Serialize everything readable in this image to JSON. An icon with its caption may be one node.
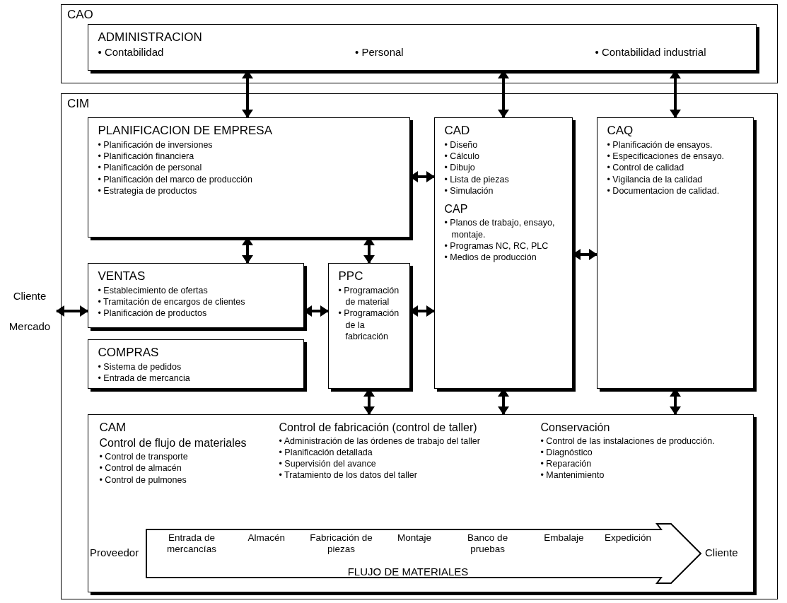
{
  "diagram": {
    "nodes": [
      {
        "text": [
          "CAO"
        ]
      },
      {
        "text": [
          "ADMINISTRACION",
          "• Contabilidad",
          "• Personal",
          "• Contabilidad industrial"
        ],
        "in": 0
      },
      {
        "text": [
          "CIM"
        ]
      },
      {
        "text": [
          "PLANIFICACION DE EMPRESA",
          "• Planificación de inversiones",
          "• Planificación financiera",
          "• Planificación de personal",
          "• Planificación del marco de producción",
          "• Estrategia de productos"
        ],
        "in": 2
      },
      {
        "text": [
          "CAD",
          "• Diseño",
          "• Cálculo",
          "• Dibujo",
          "• Lista de piezas",
          "• Simulación",
          "CAP",
          "• Planos de trabajo, ensayo, montaje.",
          "• Programas NC, RC, PLC",
          "• Medios de producción"
        ],
        "in": 2
      },
      {
        "text": [
          "CAQ",
          "• Planificación de ensayos.",
          "• Especificaciones de ensayo.",
          "• Control de calidad",
          "• Vigilancia de la calidad",
          "• Documentacion de calidad."
        ],
        "in": 2
      },
      {
        "text": [
          "VENTAS",
          "• Establecimiento de ofertas",
          "• Tramitación de encargos de clientes",
          "• Planificación de productos"
        ],
        "in": 2
      },
      {
        "text": [
          "COMPRAS",
          "• Sistema de pedidos",
          "• Entrada de mercancia"
        ],
        "in": 2
      },
      {
        "text": [
          "PPC",
          "• Programación de material",
          "• Programación de la fabricación"
        ],
        "in": 2
      },
      {
        "text": [
          "CAM",
          "Control de flujo de materiales",
          "• Control de transporte",
          "• Control de almacén",
          "• Control de pulmones",
          "Control de fabricación (control de taller)",
          "• Administración de las órdenes de trabajo del taller",
          "• Planificación detallada",
          "• Supervisión del avance",
          "• Tratamiento de los datos del taller",
          "Conservación",
          "• Control de las instalaciones de producción.",
          "• Diagnóstico",
          "• Reparación",
          "• Mantenimiento"
        ],
        "in": 2
      },
      {
        "text": [
          "Entrada de mercancías",
          "Almacén",
          "Fabricación de piezas",
          "Montaje",
          "Banco de pruebas",
          "Embalaje",
          "Expedición",
          "FLUJO DE MATERIALES"
        ],
        "in": 9,
        "beside": [
          "Proveedor",
          "Cliente"
        ]
      },
      {
        "text": [
          "Cliente",
          "Mercado"
        ]
      }
    ],
    "edges": [
      {
        "from": 1,
        "to": 3,
        "arrow": "both"
      },
      {
        "from": 1,
        "to": 4,
        "arrow": "both"
      },
      {
        "from": 1,
        "to": 5,
        "arrow": "both"
      },
      {
        "from": 3,
        "to": 4,
        "arrow": "both"
      },
      {
        "from": 3,
        "to": 6,
        "arrow": "both"
      },
      {
        "from": 3,
        "to": 8,
        "arrow": "both"
      },
      {
        "from": 11,
        "to": 6,
        "arrow": "both"
      },
      {
        "from": 6,
        "to": 8,
        "arrow": "both"
      },
      {
        "from": 8,
        "to": 4,
        "arrow": "both"
      },
      {
        "from": 4,
        "to": 5,
        "arrow": "both"
      },
      {
        "from": 8,
        "to": 9,
        "arrow": "both"
      },
      {
        "from": 4,
        "to": 9,
        "arrow": "both"
      },
      {
        "from": 5,
        "to": 9,
        "arrow": "both"
      }
    ]
  }
}
